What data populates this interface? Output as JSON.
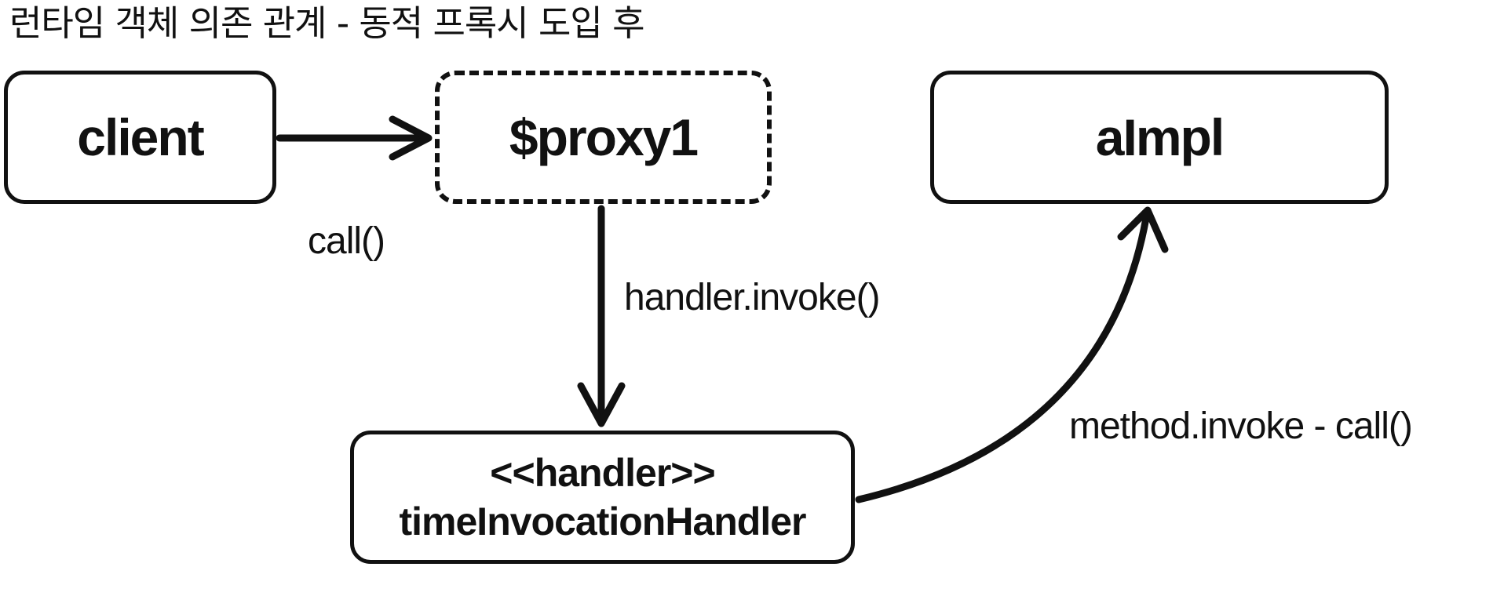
{
  "diagram": {
    "title": "런타임 객체 의존 관계 - 동적 프록시 도입 후",
    "nodes": {
      "client": "client",
      "proxy": "$proxy1",
      "aimpl": "aImpl",
      "handler_stereotype": "<<handler>>",
      "handler_name": "timeInvocationHandler"
    },
    "edges": {
      "client_to_proxy": "call()",
      "proxy_to_handler": "handler.invoke()",
      "handler_to_aimpl": "method.invoke - call()"
    },
    "colors": {
      "stroke": "#111111",
      "background": "#ffffff"
    }
  }
}
